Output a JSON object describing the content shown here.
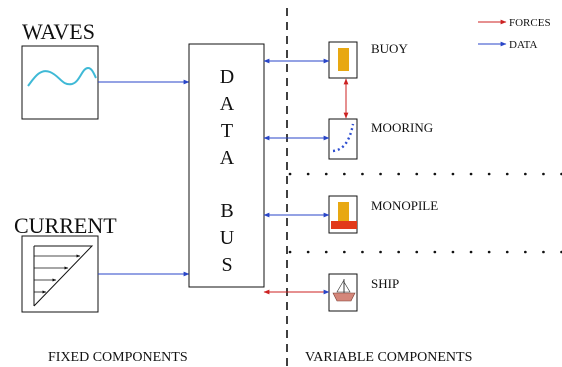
{
  "labels": {
    "waves": "WAVES",
    "current": "CURRENT",
    "buoy": "BUOY",
    "mooring": "MOORING",
    "monopile": "MONOPILE",
    "ship": "SHIP",
    "fixed_components": "FIXED COMPONENTS",
    "variable_components": "VARIABLE COMPONENTS"
  },
  "data_bus_letters": [
    "D",
    "A",
    "T",
    "A",
    "B",
    "U",
    "S"
  ],
  "legend": {
    "forces": "FORCES",
    "data": "DATA"
  },
  "colors": {
    "forces": "#cc2222",
    "data": "#2a46c8",
    "wave_line": "#3fb9d6",
    "buoy": "#e8a812",
    "monopile_base": "#e23a1a",
    "ship_hull": "#d4867a",
    "mooring_dots": "#2f4fd0"
  }
}
